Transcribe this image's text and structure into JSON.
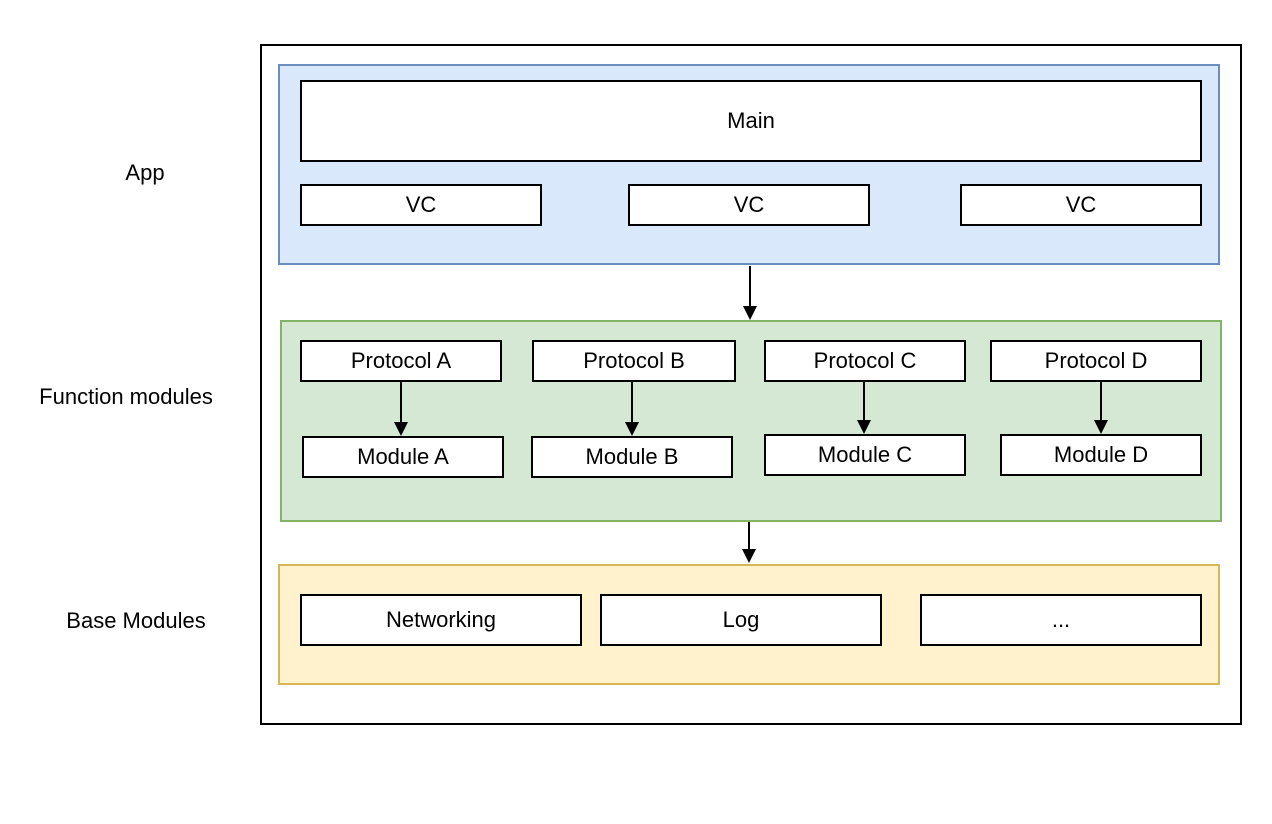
{
  "layers": {
    "app": {
      "label": "App",
      "main": "Main",
      "vcs": [
        "VC",
        "VC",
        "VC"
      ]
    },
    "function": {
      "label": "Function modules",
      "protocols": [
        "Protocol A",
        "Protocol B",
        "Protocol C",
        "Protocol D"
      ],
      "modules": [
        "Module A",
        "Module B",
        "Module C",
        "Module D"
      ]
    },
    "base": {
      "label": "Base Modules",
      "items": [
        "Networking",
        "Log",
        "..."
      ]
    }
  },
  "colors": {
    "app_fill": "#dae8fc",
    "app_stroke": "#6c8ebf",
    "function_fill": "#d5e8d4",
    "function_stroke": "#82b366",
    "base_fill": "#fff2cc",
    "base_stroke": "#d6b656",
    "box_stroke": "#000000",
    "arrow": "#000000"
  }
}
